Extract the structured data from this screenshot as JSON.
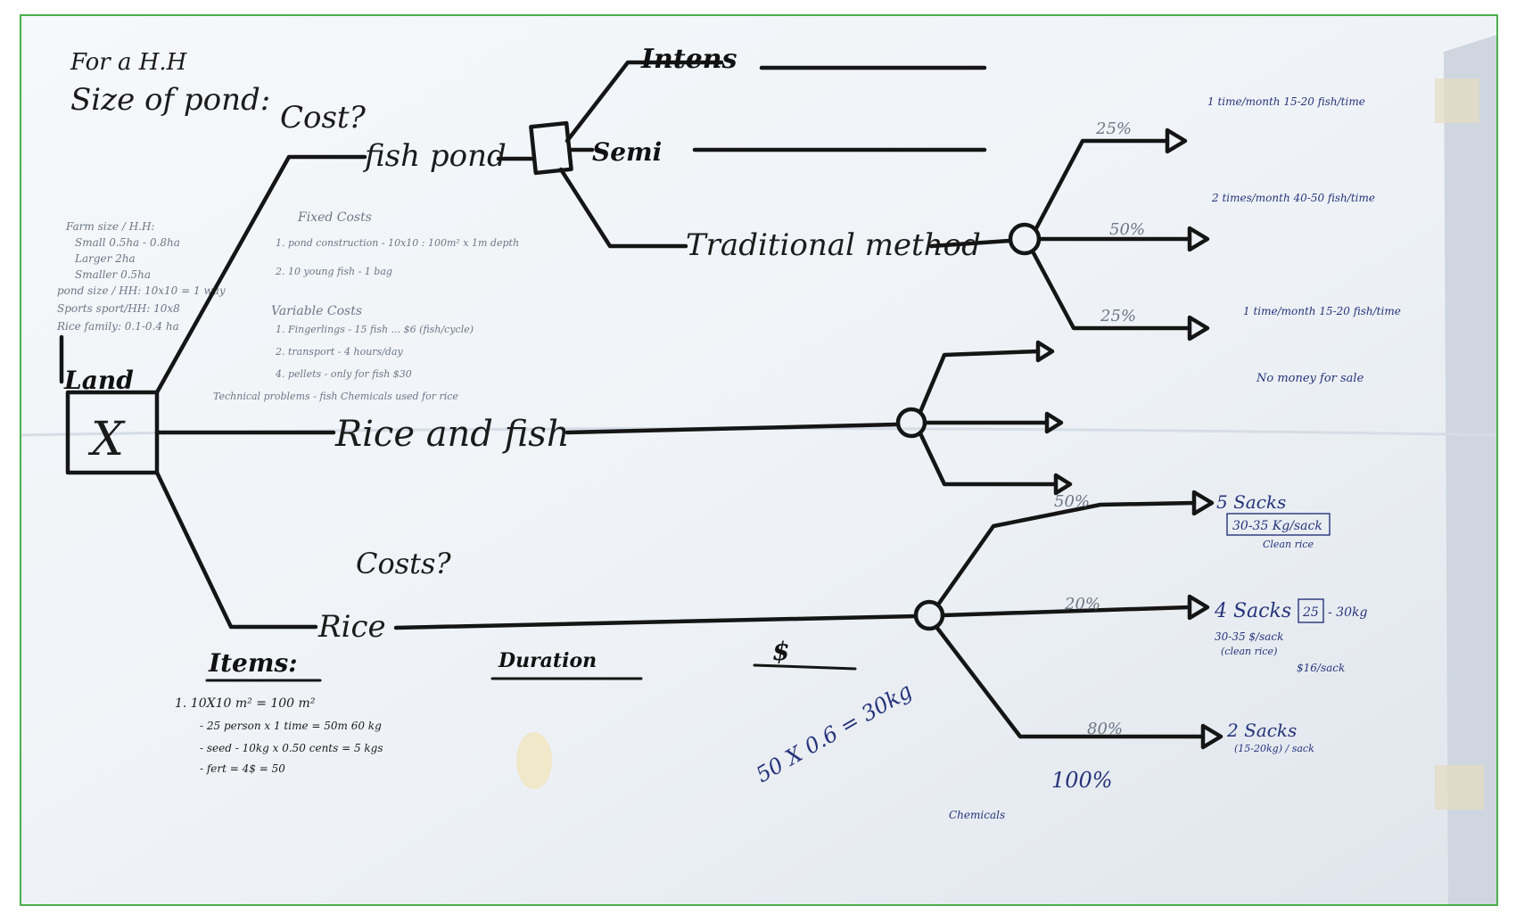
{
  "header": {
    "line1": "For a H.H",
    "line2": "Size of pond:",
    "cost_q": "Cost?"
  },
  "decision_node": {
    "symbol": "X"
  },
  "branches": {
    "land": "Land",
    "fish_pond": "fish pond",
    "rice_and_fish": "Rice and fish",
    "rice": "Rice",
    "costs_q": "Costs?"
  },
  "fish_pond_methods": {
    "method_a": "Intens",
    "method_b": "Semi",
    "method_c": "Traditional method"
  },
  "probabilities": {
    "traditional": [
      "25%",
      "50%",
      "25%"
    ],
    "rice": [
      "50%",
      "20%",
      "80%"
    ]
  },
  "outcomes": {
    "rice_top_main": "5 Sacks",
    "rice_top_box": "30-35 Kg/sack",
    "rice_top_sub": "Clean rice",
    "rice_mid_main": "4 Sacks",
    "rice_mid_box": "25",
    "rice_mid_dash": "- 30kg",
    "rice_mid_sub1": "30-35 $/sack",
    "rice_mid_sub2": "(clean rice)",
    "rice_mid_price": "$16/sack",
    "rice_bottom_main": "2 Sacks",
    "rice_bottom_sub": "(15-20kg) / sack"
  },
  "items_table": {
    "col_items": "Items:",
    "col_duration": "Duration",
    "col_cost": "$"
  },
  "notes": {
    "fixed_costs_title": "Fixed Costs",
    "variable_costs_title": "Variable Costs",
    "hundred": "100%",
    "calc_main": "50 X 0.6 = 30kg",
    "items_line1": "1. 10X10 m² = 100 m²",
    "items_line2": "- 25 person x 1 time = 50m 60 kg",
    "items_line3": "- seed - 10kg x 0.50 cents = 5 kgs",
    "items_line4": "- fert = 4$ = 50",
    "trad_out1": "1 time/month 15-20 fish/time",
    "trad_out2": "2 times/month 40-50 fish/time",
    "trad_out3": "1 time/month 15-20 fish/time",
    "no_money": "No money for sale",
    "chemicals": "Chemicals",
    "fixed_line1": "1. pond construction - 10x10 : 100m² x 1m depth",
    "fixed_line2": "2. 10 young fish - 1 bag"
  },
  "colors": {
    "ink": "#151515",
    "paper": "#eef2f6",
    "pen": "#26337a",
    "pencil": "#6c7686",
    "frame": "#4cae4c"
  }
}
